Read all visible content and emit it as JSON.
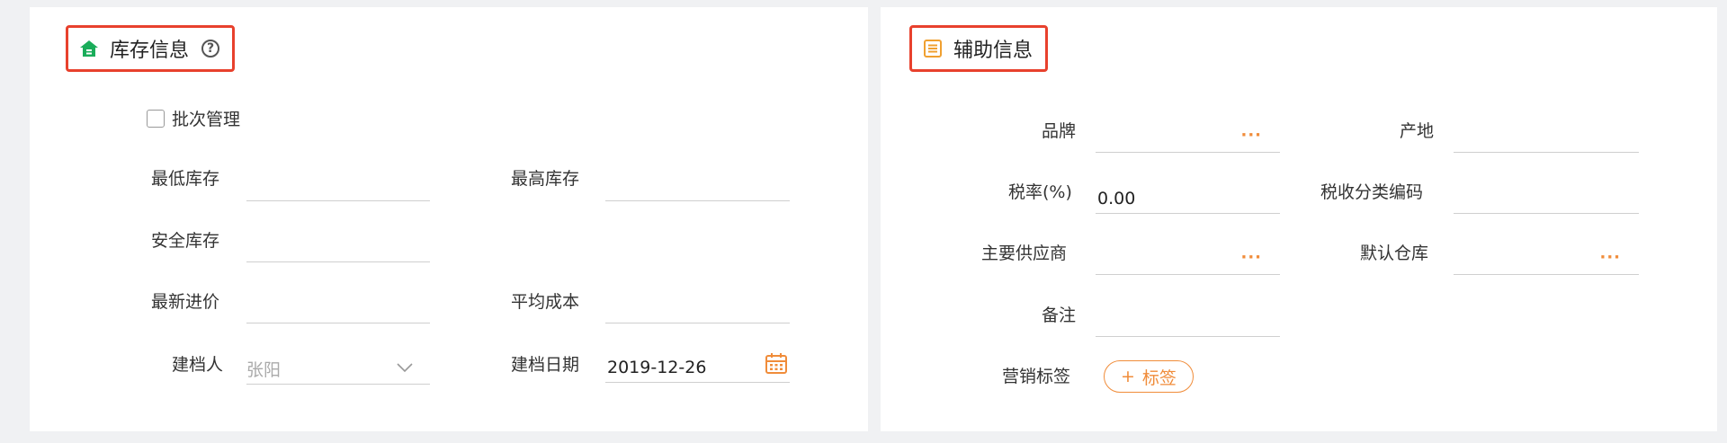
{
  "inventory": {
    "title": "库存信息",
    "help_icon_glyph": "?",
    "batch": {
      "label": "批次管理",
      "checked": false
    },
    "min_stock": {
      "label": "最低库存",
      "value": ""
    },
    "max_stock": {
      "label": "最高库存",
      "value": ""
    },
    "safety_stock": {
      "label": "安全库存",
      "value": ""
    },
    "latest_price": {
      "label": "最新进价",
      "value": ""
    },
    "avg_cost": {
      "label": "平均成本",
      "value": ""
    },
    "creator": {
      "label": "建档人",
      "value": "张阳"
    },
    "created_date": {
      "label": "建档日期",
      "value": "2019-12-26"
    }
  },
  "auxiliary": {
    "title": "辅助信息",
    "brand": {
      "label": "品牌",
      "value": ""
    },
    "origin": {
      "label": "产地",
      "value": ""
    },
    "tax_rate": {
      "label": "税率(%)",
      "value": "0.00"
    },
    "tax_code": {
      "label": "税收分类编码",
      "value": ""
    },
    "supplier": {
      "label": "主要供应商",
      "value": ""
    },
    "warehouse": {
      "label": "默认仓库",
      "value": ""
    },
    "remark": {
      "label": "备注",
      "value": ""
    },
    "marketing_tag": {
      "label": "营销标签",
      "button": "标签",
      "button_glyph": "+"
    },
    "more_glyph": "···"
  },
  "colors": {
    "highlight_border": "#e8412d",
    "accent_orange": "#f08c3a",
    "inventory_icon_green": "#1aad5a",
    "aux_icon_orange": "#f0a030"
  },
  "icons": [
    "home-icon",
    "help-icon",
    "list-icon",
    "more-icon",
    "chevron-down-icon",
    "calendar-icon",
    "plus-icon"
  ]
}
